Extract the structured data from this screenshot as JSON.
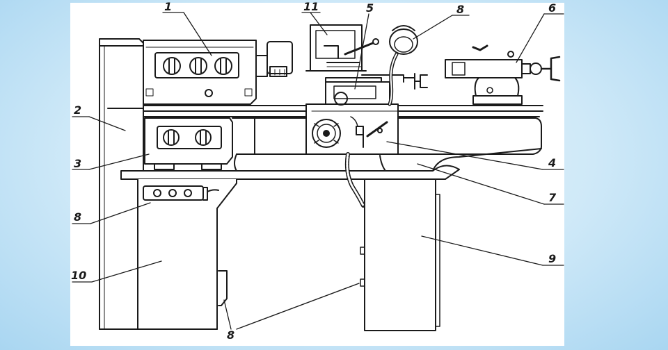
{
  "diagram": {
    "callouts": [
      {
        "id": "c1",
        "text": "1"
      },
      {
        "id": "c11",
        "text": "11"
      },
      {
        "id": "c5",
        "text": "5"
      },
      {
        "id": "c8a",
        "text": "8"
      },
      {
        "id": "c6",
        "text": "6"
      },
      {
        "id": "c2",
        "text": "2"
      },
      {
        "id": "c3",
        "text": "3"
      },
      {
        "id": "c4",
        "text": "4"
      },
      {
        "id": "c7",
        "text": "7"
      },
      {
        "id": "c8b",
        "text": "8"
      },
      {
        "id": "c9",
        "text": "9"
      },
      {
        "id": "c10",
        "text": "10"
      },
      {
        "id": "c8c",
        "text": "8"
      }
    ]
  }
}
